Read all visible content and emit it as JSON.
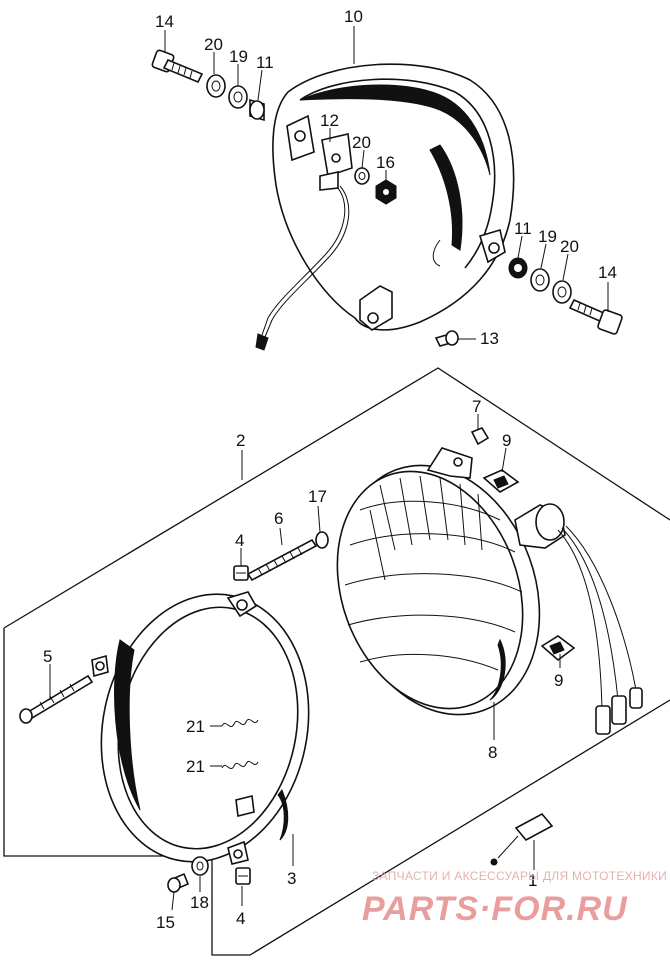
{
  "callouts": {
    "n10": "10",
    "n14a": "14",
    "n20a": "20",
    "n19a": "19",
    "n11a": "11",
    "n12": "12",
    "n20b": "20",
    "n16": "16",
    "n11b": "11",
    "n19b": "19",
    "n20c": "20",
    "n14b": "14",
    "n13": "13",
    "n7": "7",
    "n9a": "9",
    "n2": "2",
    "n17": "17",
    "n6": "6",
    "n4a": "4",
    "n5": "5",
    "n21a": "21",
    "n21b": "21",
    "n9b": "9",
    "n8": "8",
    "n3": "3",
    "n1": "1",
    "n15": "15",
    "n18": "18",
    "n4b": "4"
  },
  "watermark": {
    "subtitle": "ЗАПЧАСТИ И АКСЕССУАРЫ ДЛЯ МОТОТЕХНИКИ",
    "logo": "PARTS·FOR.RU"
  },
  "colors": {
    "ink": "#111111",
    "watermark": "#e78c8c"
  }
}
